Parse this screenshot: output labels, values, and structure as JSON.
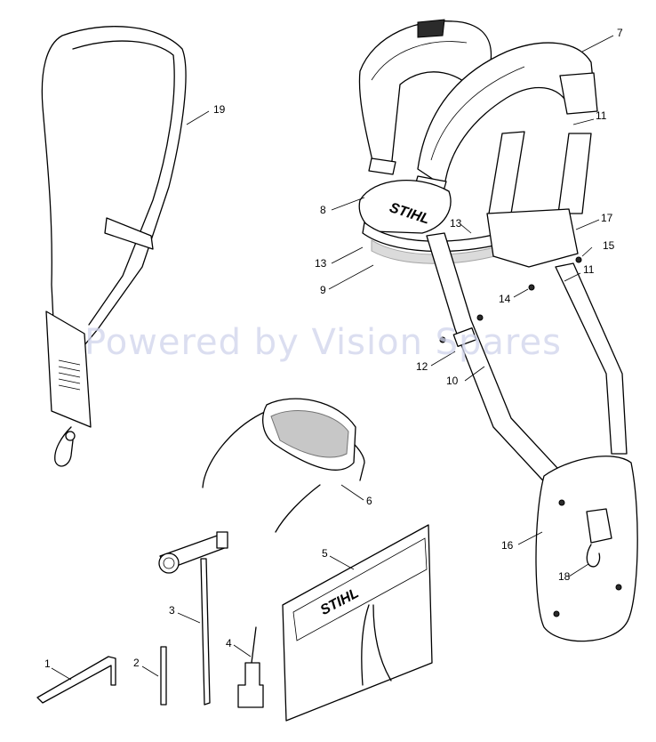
{
  "watermark": "Powered by Vision Spares",
  "brand_logo": "STIHL",
  "callouts": [
    {
      "id": "1",
      "label": "1"
    },
    {
      "id": "2",
      "label": "2"
    },
    {
      "id": "3",
      "label": "3"
    },
    {
      "id": "4",
      "label": "4"
    },
    {
      "id": "5",
      "label": "5"
    },
    {
      "id": "6",
      "label": "6"
    },
    {
      "id": "7",
      "label": "7"
    },
    {
      "id": "8",
      "label": "8"
    },
    {
      "id": "9",
      "label": "9"
    },
    {
      "id": "10",
      "label": "10"
    },
    {
      "id": "11a",
      "label": "11"
    },
    {
      "id": "11b",
      "label": "11"
    },
    {
      "id": "12",
      "label": "12"
    },
    {
      "id": "13a",
      "label": "13"
    },
    {
      "id": "13b",
      "label": "13"
    },
    {
      "id": "14",
      "label": "14"
    },
    {
      "id": "15",
      "label": "15"
    },
    {
      "id": "16",
      "label": "16"
    },
    {
      "id": "17",
      "label": "17"
    },
    {
      "id": "18",
      "label": "18"
    },
    {
      "id": "19",
      "label": "19"
    }
  ],
  "parts": [
    {
      "name": "hex-key-icon"
    },
    {
      "name": "pin-icon"
    },
    {
      "name": "combination-wrench-icon"
    },
    {
      "name": "screwdriver-icon"
    },
    {
      "name": "tool-pouch-icon"
    },
    {
      "name": "safety-glasses-icon"
    },
    {
      "name": "harness-icon"
    },
    {
      "name": "carrying-strap-icon"
    }
  ]
}
